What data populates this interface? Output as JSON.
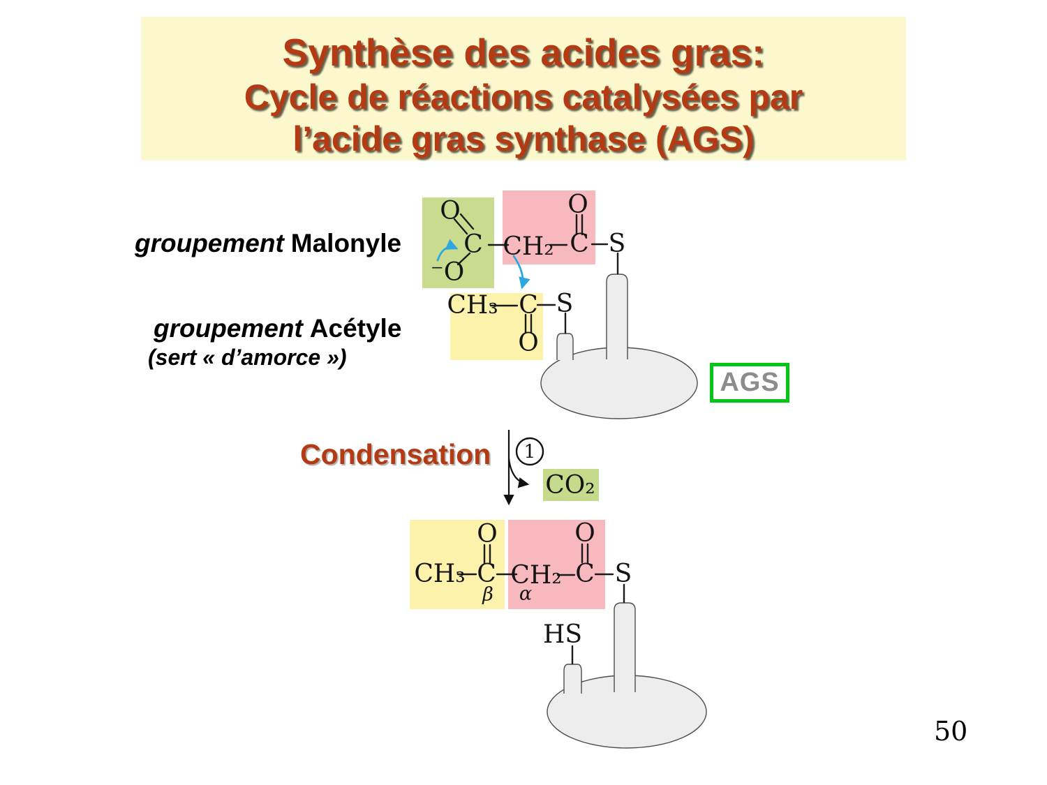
{
  "colors": {
    "title-bg": "#fbf8cd",
    "title-red": "#b43a13",
    "box-green": "#c9db8f",
    "box-pink": "#f7b9bd",
    "box-yellow": "#fcf2ab",
    "co2-green": "#c6da8c",
    "enzyme-fill": "#ededed",
    "enzyme-line": "#4d4d4d",
    "bond": "#1a1a1a",
    "blue-arrow": "#2ea7e0",
    "ags-green": "#00c713",
    "ags-gray": "#8c8c8c"
  },
  "title": {
    "line1": "Synthèse des acides gras:",
    "line2": "Cycle de réactions catalysées par",
    "line3": "l’acide gras synthase (AGS)"
  },
  "labels": {
    "malonyl_prefix": "groupement",
    "malonyl_name": "Malonyle",
    "acetyl_prefix": "groupement",
    "acetyl_name": "Acétyle",
    "acetyl_note": "(sert « d’amorce »)",
    "condensation": "Condensation",
    "enzyme_name": "AGS",
    "step_number": "1",
    "page_number": "50"
  },
  "formulas": {
    "malonyl": {
      "o_top": "O",
      "c_carboxyl": "C",
      "o_minus": "⁻O",
      "ch2": "CH₂",
      "c_thioester": "C",
      "o_thioester": "O",
      "s": "S"
    },
    "acetyl": {
      "ch3": "CH₃",
      "c": "C",
      "s": "S",
      "o": "O"
    },
    "co2": "CO₂",
    "product": {
      "ch3": "CH₃",
      "c_beta": "C",
      "beta_label": "β",
      "o_beta": "O",
      "ch2": "CH₂",
      "alpha_label": "α",
      "c_alpha": "C",
      "o_alpha": "O",
      "s": "S",
      "hs": "HS"
    }
  }
}
